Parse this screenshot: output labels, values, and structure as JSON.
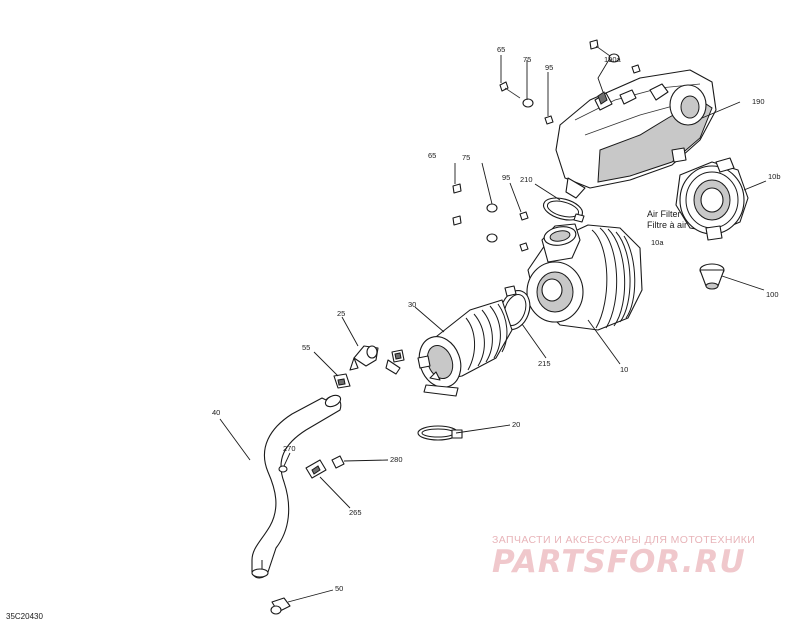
{
  "drawing": {
    "number": "35C20430",
    "air_filter_label": {
      "line1": "Air Filter",
      "line2": "Filtre à air"
    }
  },
  "callouts": [
    {
      "id": "c65a",
      "label": "65"
    },
    {
      "id": "c75a",
      "label": "75"
    },
    {
      "id": "c95a",
      "label": "95"
    },
    {
      "id": "c190a",
      "label": "190a"
    },
    {
      "id": "c190",
      "label": "190"
    },
    {
      "id": "c65b",
      "label": "65"
    },
    {
      "id": "c75b",
      "label": "75"
    },
    {
      "id": "c95b",
      "label": "95"
    },
    {
      "id": "c210",
      "label": "210"
    },
    {
      "id": "c10b",
      "label": "10b"
    },
    {
      "id": "c10a",
      "label": "10a"
    },
    {
      "id": "c100",
      "label": "100"
    },
    {
      "id": "c10",
      "label": "10"
    },
    {
      "id": "c215",
      "label": "215"
    },
    {
      "id": "c30",
      "label": "30"
    },
    {
      "id": "c25",
      "label": "25"
    },
    {
      "id": "c55",
      "label": "55"
    },
    {
      "id": "c40",
      "label": "40"
    },
    {
      "id": "c20",
      "label": "20"
    },
    {
      "id": "c270",
      "label": "270"
    },
    {
      "id": "c280",
      "label": "280"
    },
    {
      "id": "c265",
      "label": "265"
    },
    {
      "id": "c50",
      "label": "50"
    }
  ],
  "watermark": {
    "tagline": "ЗАПЧАСТИ И АКСЕССУАРЫ ДЛЯ МОТОТЕХНИКИ",
    "logo": "PARTSFOR.RU"
  }
}
